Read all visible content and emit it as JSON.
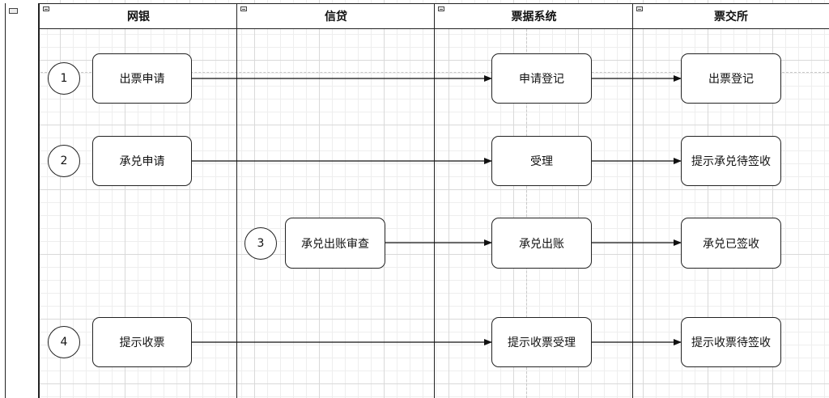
{
  "lanes": [
    {
      "id": "wangyin",
      "title": "网银"
    },
    {
      "id": "xindai",
      "title": "信贷"
    },
    {
      "id": "piaoju",
      "title": "票据系统"
    },
    {
      "id": "piaojiaosuo",
      "title": "票交所"
    }
  ],
  "steps": [
    {
      "number": "1",
      "source": "出票申请",
      "system": "申请登记",
      "exchange": "出票登记"
    },
    {
      "number": "2",
      "source": "承兑申请",
      "system": "受理",
      "exchange": "提示承兑待签收"
    },
    {
      "number": "3",
      "source": "承兑出账审查",
      "system": "承兑出账",
      "exchange": "承兑已签收"
    },
    {
      "number": "4",
      "source": "提示收票",
      "system": "提示收票受理",
      "exchange": "提示收票待签收"
    }
  ]
}
